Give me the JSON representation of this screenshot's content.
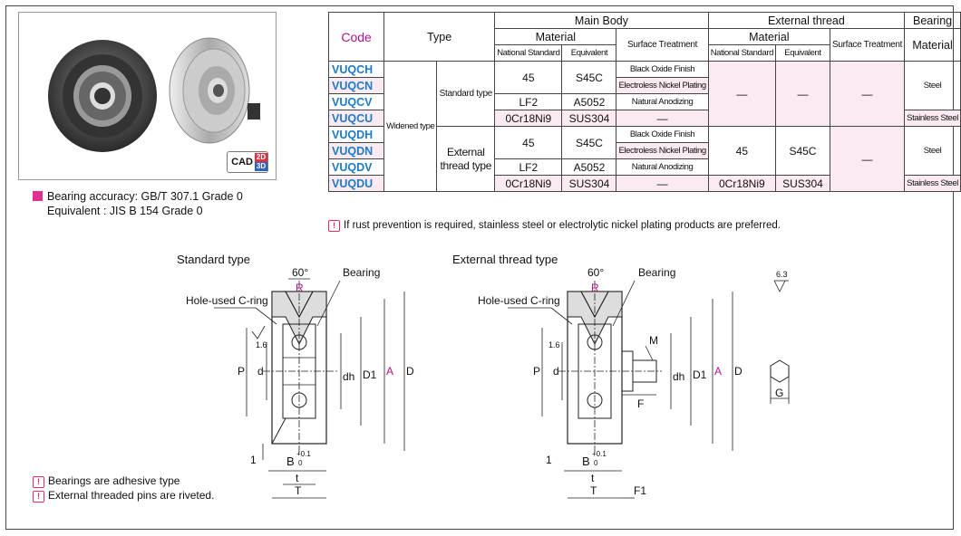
{
  "cad_badge": {
    "label": "CAD",
    "d2": "2D",
    "d3": "3D"
  },
  "accuracy": {
    "line1": "Bearing accuracy: GB/T 307.1 Grade 0",
    "line2": "Equivalent : JIS B 154 Grade 0"
  },
  "table": {
    "h_code": "Code",
    "h_type": "Type",
    "h_main_body": "Main Body",
    "h_external_thread": "External thread",
    "h_bearing": "Bearing",
    "h_material": "Material",
    "h_surface": "Surface Treatment",
    "h_national": "National Standard",
    "h_equivalent": "Equivalent",
    "widened": "Widened type",
    "standard_type": "Standard type",
    "external_thread_type": "External thread type",
    "rows": [
      {
        "code": "VUQCH",
        "surface": "Black Oxide Finish"
      },
      {
        "code": "VUQCN",
        "surface": "Electroless Nickel Plating"
      },
      {
        "code": "VUQCV",
        "surface": "Natural Anodizing"
      },
      {
        "code": "VUQCU",
        "surface": ""
      },
      {
        "code": "VUQDH",
        "surface": "Black Oxide Finish"
      },
      {
        "code": "VUQDN",
        "surface": "Electroless Nickel Plating"
      },
      {
        "code": "VUQDV",
        "surface": "Natural Anodizing"
      },
      {
        "code": "VUQDU",
        "surface": ""
      }
    ],
    "mat_45": "45",
    "mat_s45c": "S45C",
    "mat_lf2": "LF2",
    "mat_a5052": "A5052",
    "mat_0cr": "0Cr18Ni9",
    "mat_sus304": "SUS304",
    "dash": "—",
    "steel": "Steel",
    "stainless": "Stainless Steel"
  },
  "note_rust": "If rust prevention is required, stainless steel or electrolytic nickel plating products are preferred.",
  "standard_title": "Standard type",
  "external_title": "External thread type",
  "drawing": {
    "angle": "60°",
    "r": "R",
    "bearing": "Bearing",
    "cring": "Hole-used C-ring",
    "rough16": "1.6",
    "rough63": "6.3",
    "P": "P",
    "d": "d",
    "dh": "dh",
    "D1": "D1",
    "A": "A",
    "D": "D",
    "one": "1",
    "B": "B",
    "tol_up": "+0.1",
    "tol_lo": "0",
    "t": "t",
    "T": "T",
    "M": "M",
    "F": "F",
    "F1": "F1",
    "G": "G"
  },
  "notes": {
    "n1": "Bearings are adhesive type",
    "n2": "External threaded pins are riveted."
  }
}
